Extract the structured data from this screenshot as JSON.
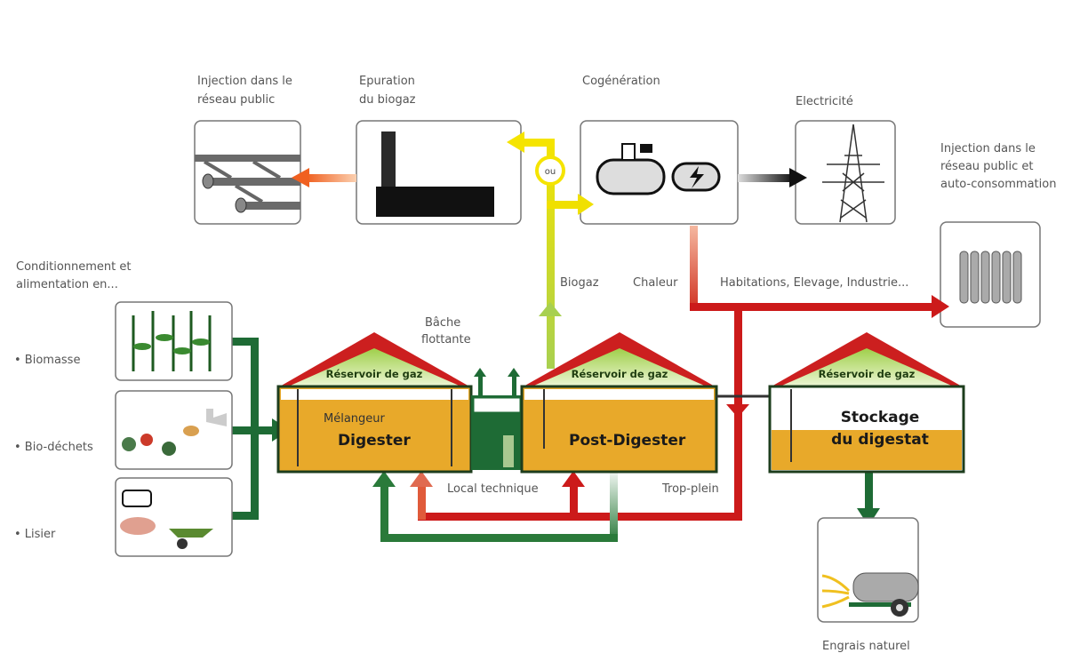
{
  "top": {
    "injection_label": [
      "Injection dans le",
      "réseau public"
    ],
    "epuration_label": [
      "Epuration",
      "du biogaz"
    ],
    "cogeneration_label": "Cogénération",
    "electricite_label": "Electricité",
    "injection_auto_label": [
      "Injection dans le",
      "réseau public et",
      "auto-consommation"
    ],
    "ou_label": "ou"
  },
  "inputs": {
    "heading": [
      "Conditionnement et",
      "alimentation en..."
    ],
    "items": [
      {
        "label": "• Biomasse",
        "icon": "corn-icon"
      },
      {
        "label": "• Bio-déchets",
        "icon": "waste-icon"
      },
      {
        "label": "• Lisier",
        "icon": "livestock-icon"
      }
    ]
  },
  "flows": {
    "biogaz": "Biogaz",
    "chaleur": "Chaleur",
    "habitations": "Habitations, Elevage, Industrie...",
    "bache": [
      "Bâche",
      "flottante"
    ],
    "local_technique": "Local technique",
    "trop_plein": "Trop-plein"
  },
  "tanks": {
    "roof_label": "Réservoir de gaz",
    "melangeur": "Mélangeur",
    "digester": "Digester",
    "post_digester": "Post-Digester",
    "stockage": [
      "Stockage",
      "du digestat"
    ]
  },
  "output": {
    "engrais": "Engrais naturel"
  },
  "colors": {
    "digestate": "#e8a92a",
    "roof_red": "#cc1f1f",
    "gas_green": "#b9dc6a",
    "dark_green": "#1e6b35",
    "heat_red": "#cc1a1a",
    "yellow": "#f5e400",
    "orange": "#f07030"
  }
}
